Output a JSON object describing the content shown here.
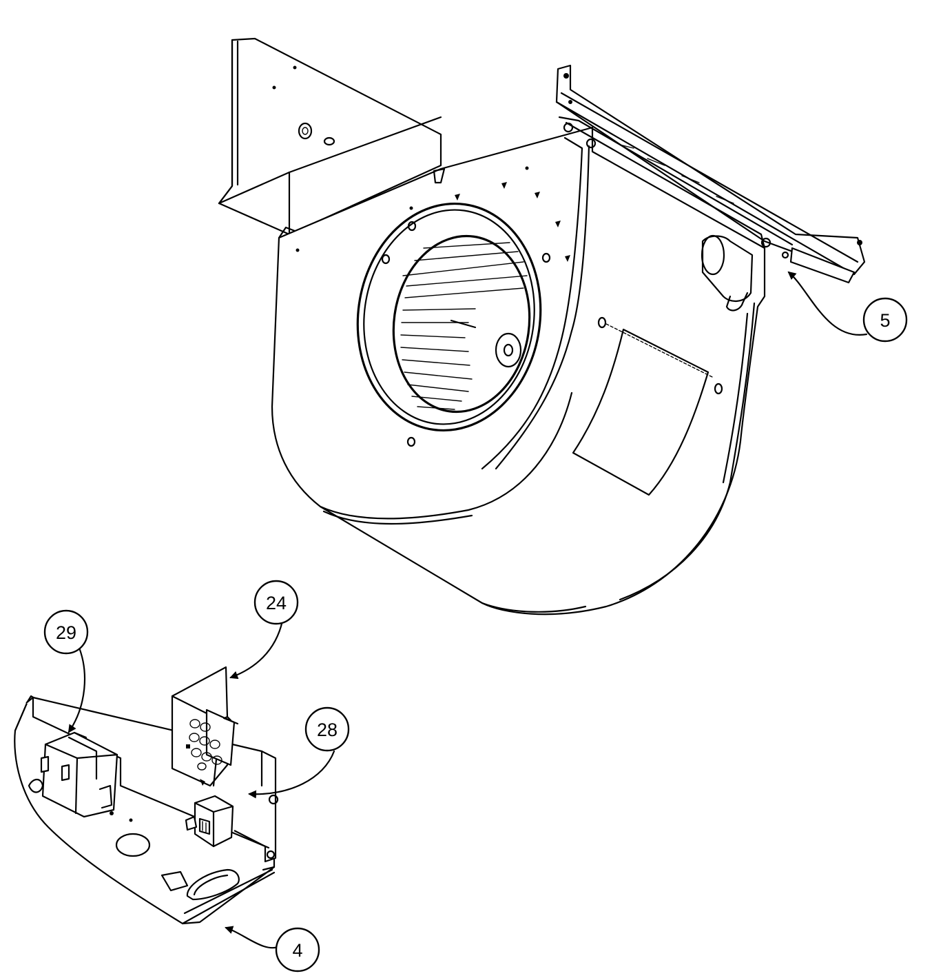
{
  "callouts": [
    {
      "id": "5",
      "label": "5"
    },
    {
      "id": "24",
      "label": "24"
    },
    {
      "id": "29",
      "label": "29"
    },
    {
      "id": "28",
      "label": "28"
    },
    {
      "id": "4",
      "label": "4"
    }
  ]
}
